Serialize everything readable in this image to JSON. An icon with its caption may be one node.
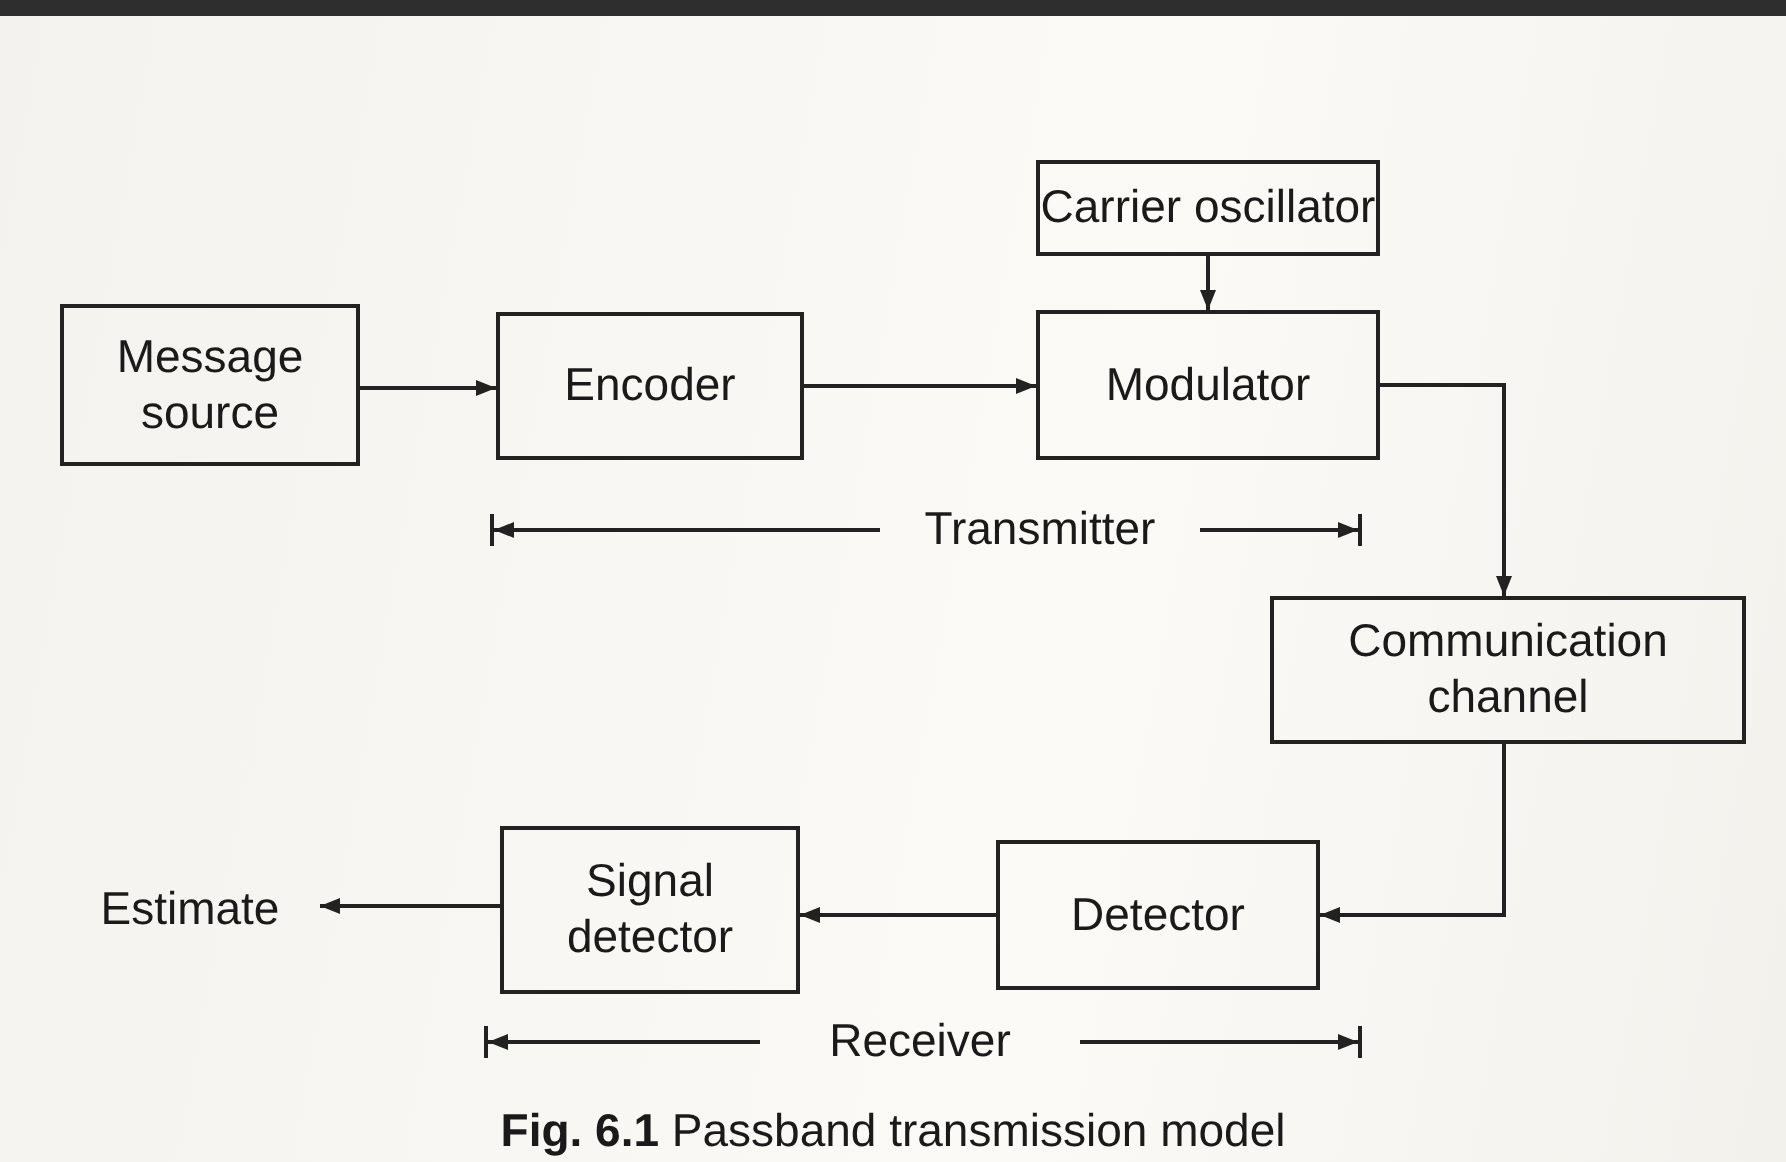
{
  "diagram": {
    "caption": "**Fig. 6.1** Passband transmission model",
    "nodes": [
      {
        "text": [
          "Carrier oscillator"
        ]
      },
      {
        "text": [
          "Message source"
        ]
      },
      {
        "text": [
          "Encoder"
        ]
      },
      {
        "text": [
          "Modulator"
        ]
      },
      {
        "text": [
          "Communication channel"
        ]
      },
      {
        "text": [
          "Estimate"
        ]
      },
      {
        "text": [
          "Signal detector"
        ]
      },
      {
        "text": [
          "Detector"
        ]
      }
    ],
    "edges": [
      {
        "from": 1,
        "to": 2,
        "arrow": "to"
      },
      {
        "from": 2,
        "to": 3,
        "arrow": "to"
      },
      {
        "from": 0,
        "to": 3,
        "arrow": "to"
      },
      {
        "from": 3,
        "to": 4,
        "arrow": "to"
      },
      {
        "from": 4,
        "to": 7,
        "arrow": "to"
      },
      {
        "from": 7,
        "to": 6,
        "arrow": "to"
      },
      {
        "from": 6,
        "to": 5,
        "arrow": "to"
      }
    ],
    "labels": [
      "Transmitter",
      "Receiver"
    ]
  }
}
